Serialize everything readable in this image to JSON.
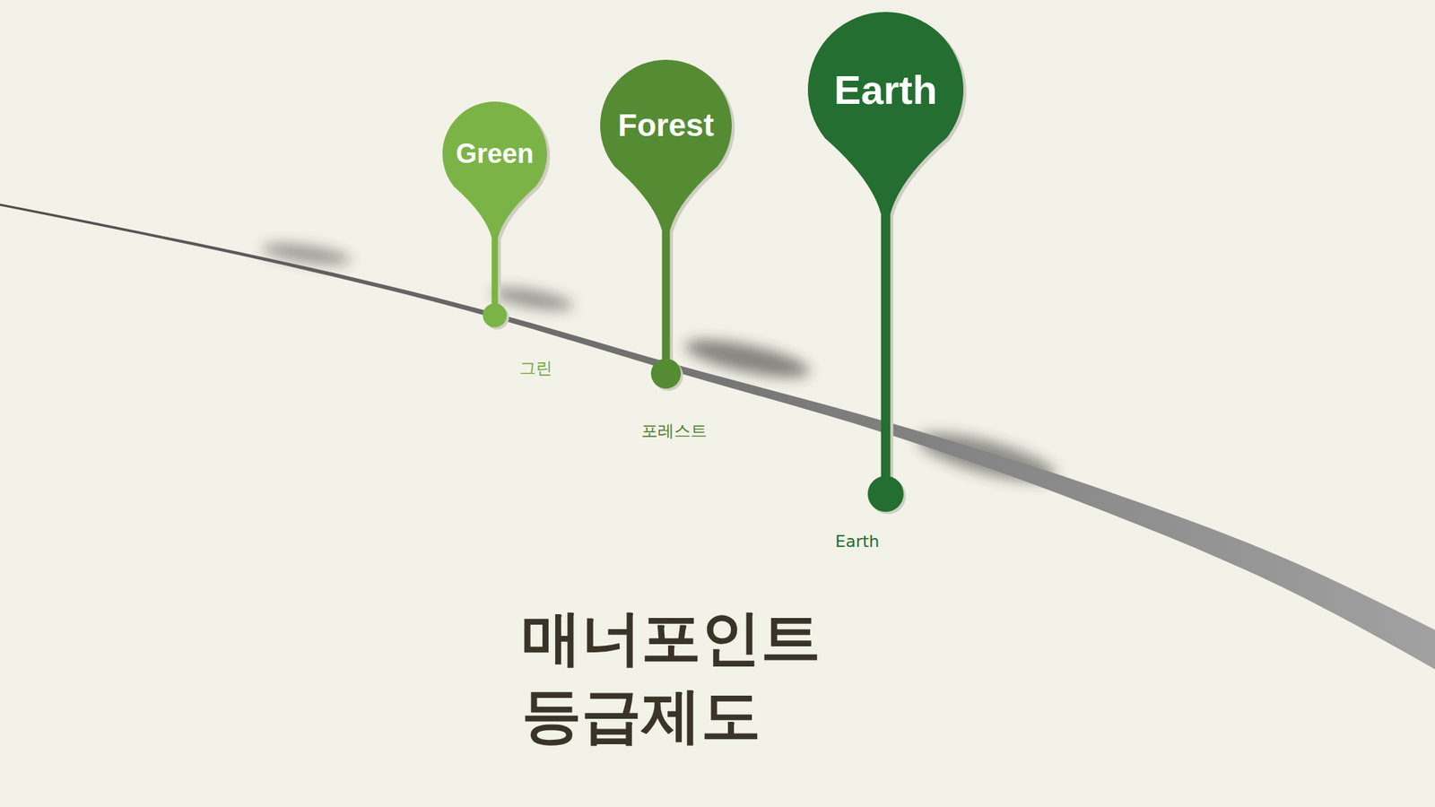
{
  "diagram": {
    "title": "매너포인트 등급제도",
    "nodes": [
      {
        "text": [
          "Green"
        ]
      },
      {
        "text": [
          "Forest"
        ]
      },
      {
        "text": [
          "Earth"
        ]
      }
    ],
    "labels": [
      "그린",
      "포레스트",
      "Earth"
    ]
  }
}
